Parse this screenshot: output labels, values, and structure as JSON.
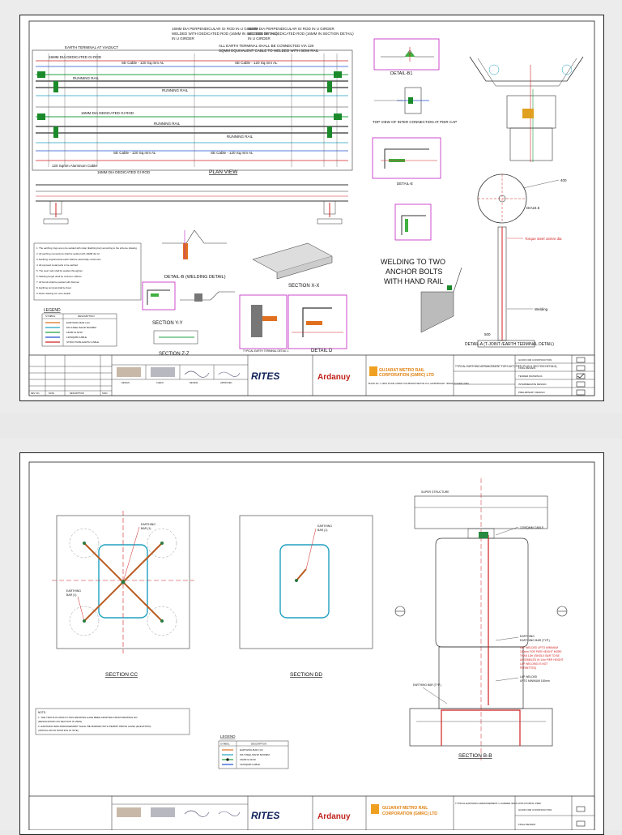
{
  "sheet1": {
    "notes_top": [
      "16MM DIA PERPENDICULAR GI ROD IN U GIRDER",
      "WELDED WITH DEDICATED ROD (16MM IN SECTION DETAIL)",
      "IN U GIRDER",
      "16MM DIA PERPENDICULAR GI ROD IN U GIRDER",
      "WELDED WITH DEDICATED ROD (16MM IN SECTION DETAIL)",
      "IN U GIRDER"
    ],
    "plan_labels": [
      "EARTH TERMINAL AT VIADUCT",
      "ALL EARTH TERMINAL SHALL BE CONNECTED VIA 120",
      "SQMM EQUIVALENT CABLE TO WELDED WITH SEMI RAIL",
      "16MM DIA DEDICATED GI ROD",
      "SE Cable - 120 Sq.mm AL",
      "SE Cable - 120 Sq.mm AL",
      "RUNNING RAIL",
      "RUNNING RAIL",
      "16MM DIA DEDICATED GI ROD",
      "RUNNING RAIL",
      "RUNNING RAIL",
      "SE Cable - 120 Sq.mm AL",
      "SE Cable - 120 Sq.mm AL",
      "120 Sqmm Aluminum Cable",
      "16MM DIA DEDICATED GI ROD"
    ],
    "plan_view_title": "PLAN VIEW",
    "detail_b1": "DETAIL-B1",
    "top_view_inter": "TOP VIEW OF INTER CONNECTION AT PIER CAP",
    "detail_e": "DETAIL-E",
    "detail_b": "DETAIL-B (WELDING DETAIL)",
    "section_xx": "SECTION X-X",
    "section_yy": "SECTION Y-Y",
    "section_zz": "SECTION Z-Z",
    "detail_d": "DETAIL D",
    "typical_earth_terminal": "TYPICAL EARTH TERMINAL DETAIL C",
    "welding_title": [
      "WELDING TO TWO",
      "ANCHOR BOLTS",
      "WITH HAND RAIL"
    ],
    "torque_note": "Torque steel 16mm dia",
    "welding_label": "Welding",
    "detail_a": "DETAIL-A (T-JOINT /EARTH TERMINAL DETAIL)",
    "dim_400": "400",
    "dim_dia": "DIA24.5",
    "dim_500": "500",
    "notes_list": [
      "1. The earthing rings are to be welded with rebar (Earthing bar) according to the scheme drawing",
      "2. All earthing connections shall be welded with 16MM dia GI",
      "3. Earthing ring/structural earth shall be electrically continuous",
      "4. All exposed metal parts to be earthed",
      "5. The steel rods shall be welded throughout",
      "6. Welding length shall be minimum 100mm",
      "7. All bonds shall be painted with bitumen",
      "8. Earthing terminal shall be fixed",
      "9. Refer drawing for more details"
    ],
    "legend_title": "LEGEND",
    "legend_header": [
      "SYMBOL",
      "DESCRIPTION"
    ],
    "legend_items": [
      {
        "desc": "EARTHING BAR (12)",
        "color": "#e07020"
      },
      {
        "desc": "MS STEEL BAND 50X6MM",
        "color": "#20a0c0"
      },
      {
        "desc": "16MM GI ROD",
        "color": "#20a040"
      },
      {
        "desc": "120SQMM CABLE",
        "color": "#2050d0"
      },
      {
        "desc": "STRUCTURE EARTH CABLE",
        "color": "#d02020"
      }
    ],
    "title_block": {
      "client_line1": "GUJARAT METRO RAIL",
      "client_line2": "CORPORATION (GMRC) LTD",
      "client_addr": "BLOCK NO. 1, FIRST FLOOR, KARMA YOGI BHAVAN SECTOR 10-A, GANDHINAGAR - 382010, GUJARAT, INDIA",
      "drawing_title": "TYPICAL EARTHING ARRANGEMENT FOR DUCT, PIER (PLAN & SECTION DETAILS)",
      "rites": "RITES",
      "ardanuy": "Ardanuy",
      "status": [
        "GOOD FOR CONSTRUCTION",
        "FINAL REVIEW",
        "TENDER DRAWINGS",
        "INTERMEDIATE DESIGN",
        "PRELIMINARY DESIGN"
      ],
      "status_checked_index": 2,
      "rev_head": [
        "REV. NO.",
        "DATE",
        "DESCRIPTION",
        "SIGN."
      ],
      "sign_labels": [
        "DESIGN",
        "CHECK",
        "REVIEW",
        "APPROVED"
      ]
    }
  },
  "sheet2": {
    "section_cc": "SECTION CC",
    "section_dd": "SECTION DD",
    "section_bb": "SECTION B-B",
    "label_earthing": "EARTHING",
    "label_earthing_bar": "BAR (1)",
    "label_super_structure": "SUPER STRUCTURE",
    "label_120_cable": "120SQMM CABLE",
    "label_earthing_bar_b": "EARTHING BAR (TYP.)",
    "lap_note": [
      "LAP WELDED UPTO MINIMUM",
      "100mm FOR PIER HEIGHT MORE",
      "THAN 12m (SINGLE BAR TO BE",
      "ASSEMBLED IN 14m PIER HEIGHT",
      "LAP WELDING IS NOT",
      "PERMITTED)"
    ],
    "lap_welded": [
      "LAP WELDED",
      "UPTO MINIMUM 100mm"
    ],
    "notes": [
      "NOTE:",
      "1. THE TROUS PLATES IN THIS DRAWING HAVE BEEN ADOPTED FROM DRAWING NO.",
      "   (DESIGNATION ON SECTION IS VIEW)",
      "2. EARTHING BAR ARRANGEMENT SHALL BE MARKED WITH PERMIT ABOVE LEVEL (ELEVATION)",
      "   (INSTALLATION POSITION AT SITE)"
    ],
    "legend_title": "LEGEND",
    "legend_header": [
      "SYMBOL",
      "DESCRIPTION"
    ],
    "legend_items": [
      {
        "desc": "EARTHING BAR (12)",
        "color": "#e07020"
      },
      {
        "desc": "MS STEEL BAND 50X6MM",
        "color": "#20a0c0"
      },
      {
        "desc": "16MM GI ROD",
        "color": "#20a040"
      },
      {
        "desc": "120SQMM CABLE",
        "color": "#2050d0"
      }
    ],
    "title_block": {
      "client_line1": "GUJARAT METRO RAIL",
      "client_line2": "CORPORATION (GMRC) LTD",
      "drawing_title": "TYPICAL EARTHING ARRANGEMENT U-GIRDER SPAN WITH PORTAL PIER",
      "rites": "RITES",
      "ardanuy": "Ardanuy",
      "status": [
        "GOOD FOR CONSTRUCTION",
        "FINAL REVIEW"
      ]
    }
  }
}
